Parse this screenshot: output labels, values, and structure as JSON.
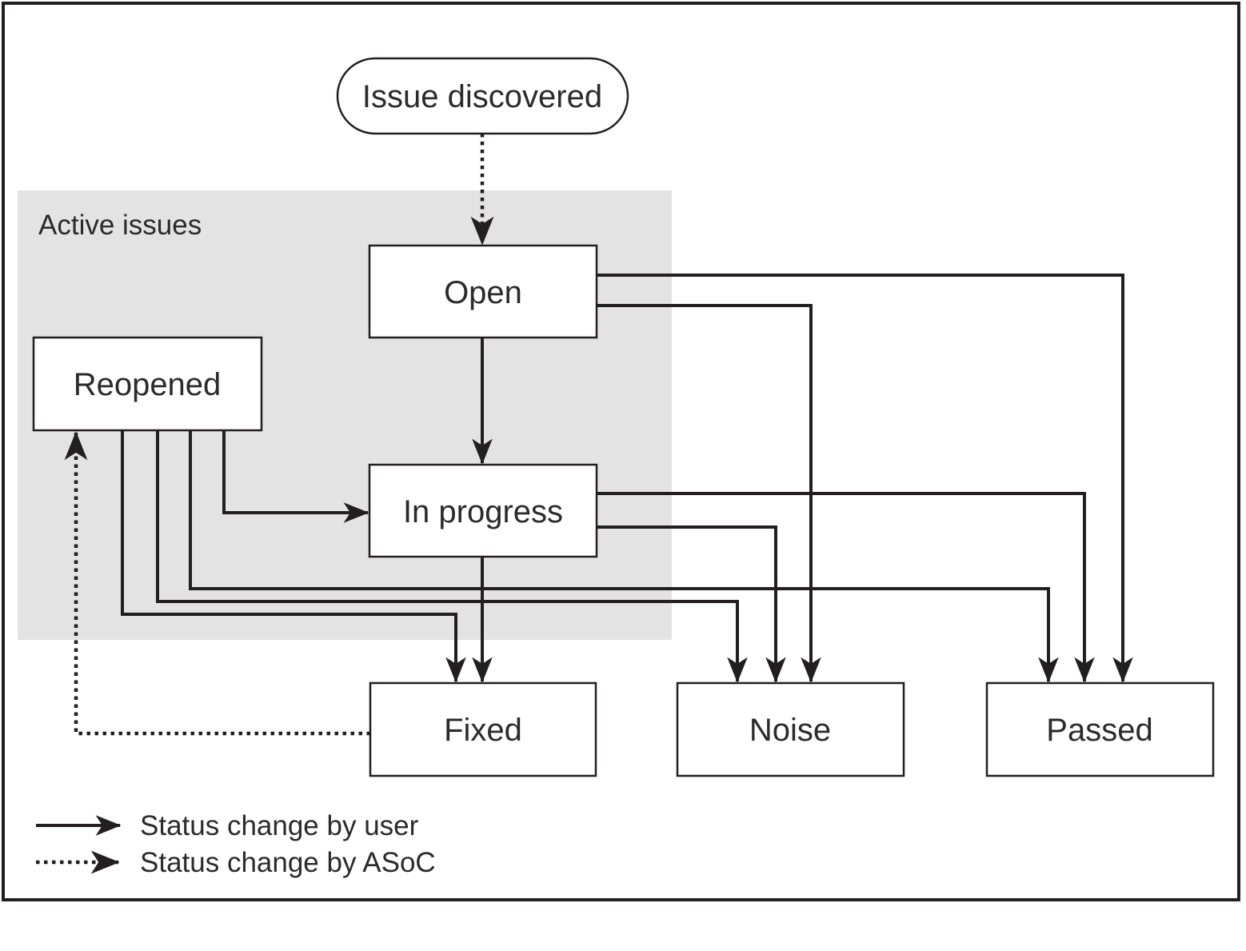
{
  "diagram": {
    "title_node": "Issue discovered",
    "group": {
      "label": "Active issues"
    },
    "nodes": {
      "issue_discovered": {
        "label": "Issue discovered",
        "shape": "rounded-pill"
      },
      "open": {
        "label": "Open",
        "shape": "rect",
        "in_group": true
      },
      "reopened": {
        "label": "Reopened",
        "shape": "rect",
        "in_group": true
      },
      "in_progress": {
        "label": "In progress",
        "shape": "rect",
        "in_group": true
      },
      "fixed": {
        "label": "Fixed",
        "shape": "rect",
        "in_group": false
      },
      "noise": {
        "label": "Noise",
        "shape": "rect",
        "in_group": false
      },
      "passed": {
        "label": "Passed",
        "shape": "rect",
        "in_group": false
      }
    },
    "edges": [
      {
        "from": "issue_discovered",
        "to": "open",
        "by": "asoc",
        "style": "dotted"
      },
      {
        "from": "open",
        "to": "in_progress",
        "by": "user",
        "style": "solid"
      },
      {
        "from": "open",
        "to": "noise",
        "by": "user",
        "style": "solid"
      },
      {
        "from": "open",
        "to": "passed",
        "by": "user",
        "style": "solid"
      },
      {
        "from": "reopened",
        "to": "in_progress",
        "by": "user",
        "style": "solid"
      },
      {
        "from": "reopened",
        "to": "fixed",
        "by": "user",
        "style": "solid"
      },
      {
        "from": "reopened",
        "to": "noise",
        "by": "user",
        "style": "solid"
      },
      {
        "from": "reopened",
        "to": "passed",
        "by": "user",
        "style": "solid"
      },
      {
        "from": "in_progress",
        "to": "fixed",
        "by": "user",
        "style": "solid"
      },
      {
        "from": "in_progress",
        "to": "noise",
        "by": "user",
        "style": "solid"
      },
      {
        "from": "in_progress",
        "to": "passed",
        "by": "user",
        "style": "solid"
      },
      {
        "from": "fixed",
        "to": "reopened",
        "by": "asoc",
        "style": "dotted"
      }
    ],
    "legend": {
      "solid_label": "Status change by user",
      "dotted_label": "Status change by ASoC"
    },
    "colors": {
      "line": "#231f20",
      "text": "#2b2b2b",
      "group_fill": "#e3e3e3",
      "box_fill": "#ffffff",
      "background": "#ffffff"
    }
  }
}
